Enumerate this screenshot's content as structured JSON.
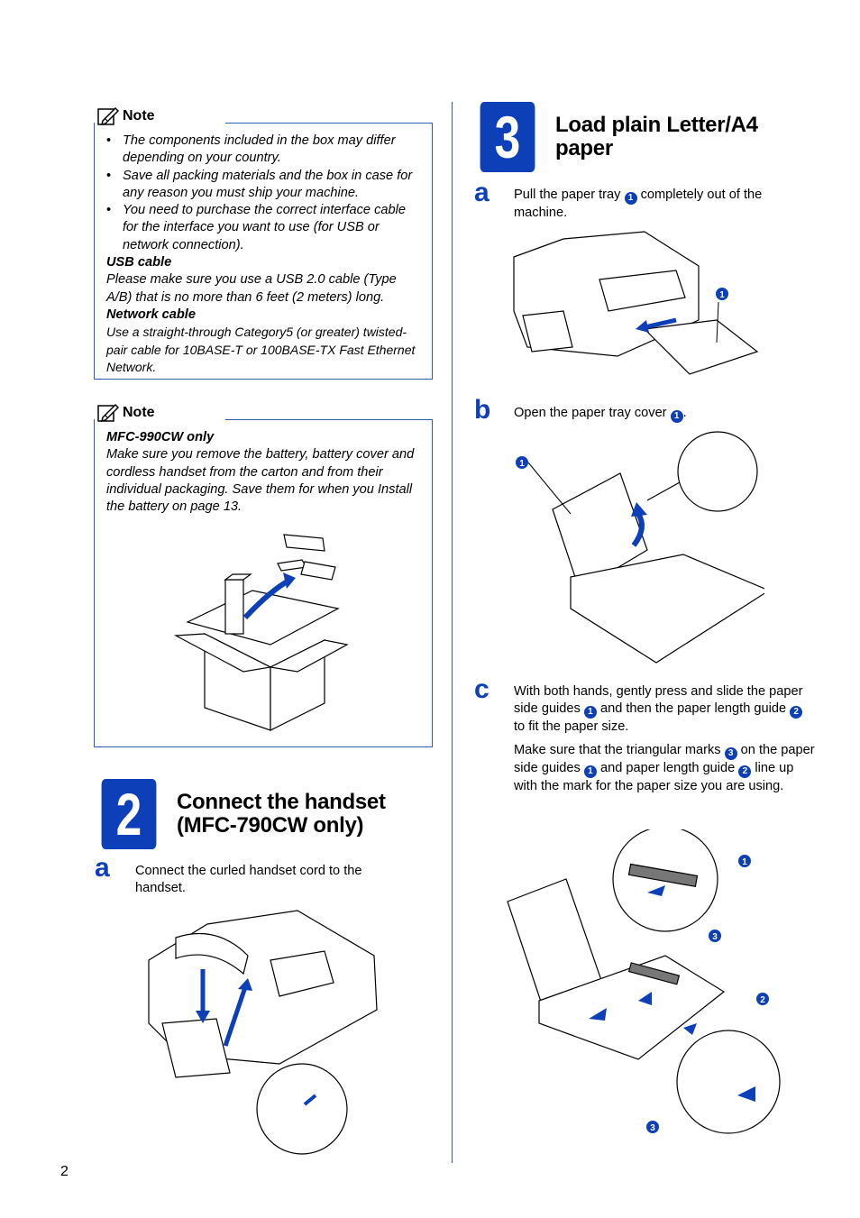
{
  "note1": {
    "heading": "Note",
    "bullets": [
      "The components included in the box may differ depending on your country.",
      "Save all packing materials and the box in case for any reason you must ship your machine.",
      "You need to purchase the correct interface cable for the interface you want to use (for USB or network connection)."
    ],
    "usb_heading": "USB cable",
    "usb_text": "Please make sure you use a USB 2.0 cable (Type A/B) that is no more than 6 feet (2 meters) long.",
    "network_heading": "Network cable",
    "network_text": "Use a straight-through Category5 (or greater) twisted-pair cable for 10BASE-T or 100BASE-TX Fast Ethernet Network."
  },
  "note2": {
    "heading": "Note",
    "sub_heading": "MFC-990CW only",
    "text": "Make sure you remove the battery, battery cover and cordless handset from the carton and from their individual packaging. Save them for when you Install the battery on page 13."
  },
  "step2": {
    "number": "2",
    "title_line1": "Connect the handset",
    "title_line2": "(MFC-790CW only)",
    "a_letter": "a",
    "a_text": "Connect the curled handset cord to the handset."
  },
  "step3": {
    "number": "3",
    "title_line1": "Load plain Letter/A4",
    "title_line2": "paper",
    "a_letter": "a",
    "a_text_before": "Pull the paper tray",
    "a_text_after": "completely out of the machine.",
    "b_letter": "b",
    "b_text_before": "Open the paper tray cover",
    "b_text_after": ".",
    "c_letter": "c",
    "c_p1_1": "With both hands, gently press and slide the paper side guides",
    "c_p1_2": "and then the paper length guide",
    "c_p1_3": "to fit the paper size.",
    "c_p2_1": "Make sure that the triangular marks",
    "c_p2_2": "on the paper side guides",
    "c_p2_3": "and paper length guide",
    "c_p2_4": "line up with the mark for the paper size you are using."
  },
  "callouts": {
    "one": "1",
    "two": "2",
    "three": "3"
  },
  "page_number": "2",
  "colors": {
    "accent": "#0c3fb8",
    "rule": "#2a5fb0"
  }
}
